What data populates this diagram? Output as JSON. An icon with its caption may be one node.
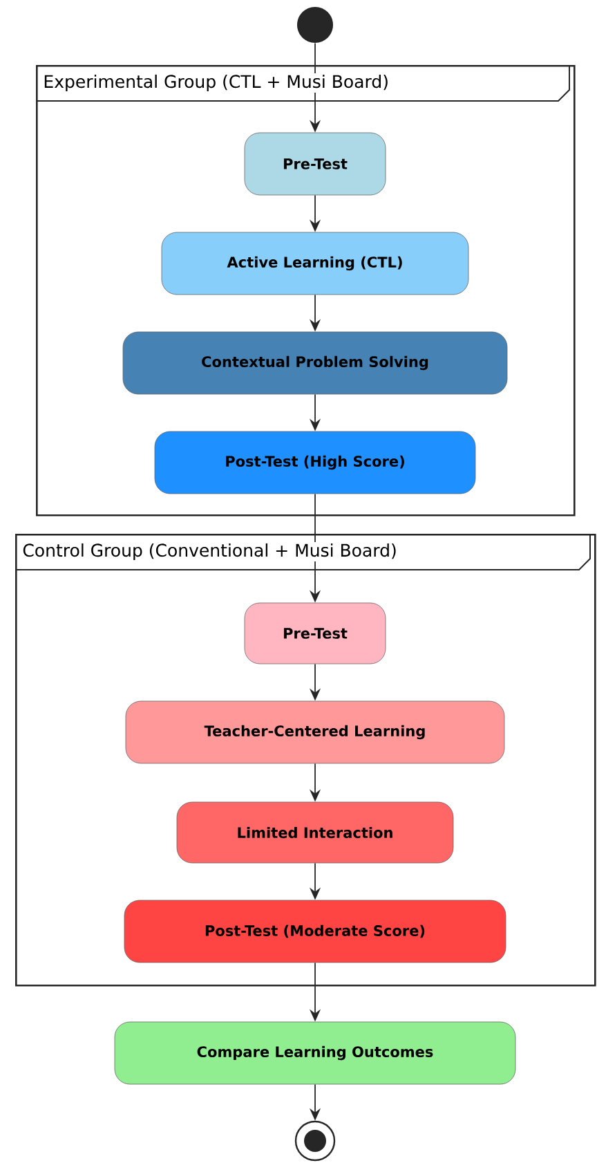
{
  "diagram": {
    "nodes": [
      {
        "text": [],
        "shape": "circle"
      },
      {
        "text": [
          "Experimental Group (CTL + Musi Board)"
        ]
      },
      {
        "text": [
          "Pre-Test"
        ],
        "in": 1
      },
      {
        "text": [
          "Active Learning (CTL)"
        ],
        "in": 1
      },
      {
        "text": [
          "Contextual Problem Solving"
        ],
        "in": 1
      },
      {
        "text": [
          "Post-Test (High Score)"
        ],
        "in": 1
      },
      {
        "text": [
          "Control Group (Conventional + Musi Board)"
        ]
      },
      {
        "text": [
          "Pre-Test"
        ],
        "in": 6
      },
      {
        "text": [
          "Teacher-Centered Learning"
        ],
        "in": 6
      },
      {
        "text": [
          "Limited Interaction"
        ],
        "in": 6
      },
      {
        "text": [
          "Post-Test (Moderate Score)"
        ],
        "in": 6
      },
      {
        "text": [
          "Compare Learning Outcomes"
        ]
      },
      {
        "text": [],
        "shape": "circle"
      }
    ],
    "edges": [
      {
        "from": 0,
        "to": 2,
        "arrow": "to"
      },
      {
        "from": 2,
        "to": 3,
        "arrow": "to"
      },
      {
        "from": 3,
        "to": 4,
        "arrow": "to"
      },
      {
        "from": 4,
        "to": 5,
        "arrow": "to"
      },
      {
        "from": 5,
        "to": 7,
        "arrow": "to"
      },
      {
        "from": 7,
        "to": 8,
        "arrow": "to"
      },
      {
        "from": 8,
        "to": 9,
        "arrow": "to"
      },
      {
        "from": 9,
        "to": 10,
        "arrow": "to"
      },
      {
        "from": 10,
        "to": 11,
        "arrow": "to"
      },
      {
        "from": 11,
        "to": 12,
        "arrow": "to"
      }
    ]
  }
}
